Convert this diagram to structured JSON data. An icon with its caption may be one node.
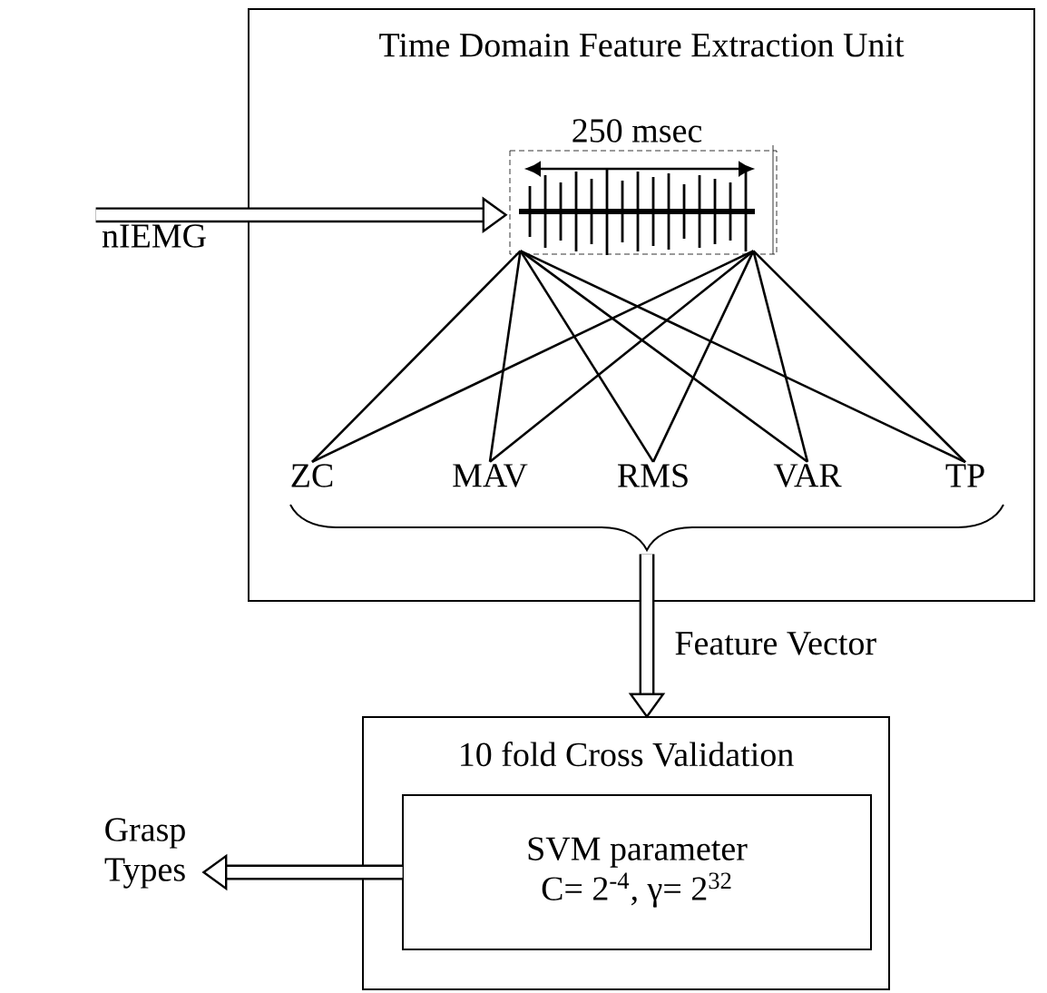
{
  "diagram": {
    "nodes": [
      {
        "text": [
          "Time Domain Feature Extraction Unit"
        ]
      },
      {
        "text": [],
        "shape": "picture",
        "in": 0,
        "beside": [
          "250 msec"
        ]
      },
      {
        "text": [
          "ZC"
        ],
        "in": 0
      },
      {
        "text": [
          "MAV"
        ],
        "in": 0
      },
      {
        "text": [
          "RMS"
        ],
        "in": 0
      },
      {
        "text": [
          "VAR"
        ],
        "in": 0
      },
      {
        "text": [
          "TP"
        ],
        "in": 0
      },
      {
        "text": [
          "nIEMG"
        ]
      },
      {
        "text": [
          "10 fold Cross Validation"
        ]
      },
      {
        "text": [
          "SVM parameter",
          "C= 2$^{-4}$, γ= 2$^{32}$"
        ],
        "in": 8
      },
      {
        "text": [
          "Grasp Types"
        ]
      },
      {
        "text": [],
        "shape": "brace",
        "in": 0
      }
    ],
    "edges": [
      {
        "from": 7,
        "to": 1,
        "arrow": "to",
        "style": "thick"
      },
      {
        "from": 1,
        "to": 2,
        "arrow": "none"
      },
      {
        "from": 1,
        "to": 2,
        "arrow": "none"
      },
      {
        "from": 1,
        "to": 3,
        "arrow": "none"
      },
      {
        "from": 1,
        "to": 3,
        "arrow": "none"
      },
      {
        "from": 1,
        "to": 4,
        "arrow": "none"
      },
      {
        "from": 1,
        "to": 4,
        "arrow": "none"
      },
      {
        "from": 1,
        "to": 5,
        "arrow": "none"
      },
      {
        "from": 1,
        "to": 5,
        "arrow": "none"
      },
      {
        "from": 1,
        "to": 6,
        "arrow": "none"
      },
      {
        "from": 1,
        "to": 6,
        "arrow": "none"
      },
      {
        "from": 11,
        "to": 8,
        "arrow": "to",
        "style": "thick",
        "label": "Feature Vector"
      },
      {
        "from": 9,
        "to": 10,
        "arrow": "to",
        "style": "thick"
      }
    ]
  }
}
